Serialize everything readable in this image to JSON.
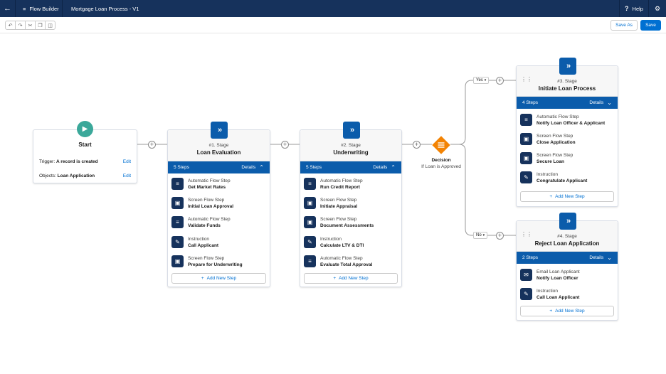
{
  "topbar": {
    "back_icon": "arrow-left-icon",
    "app_name": "Flow Builder",
    "flow_title": "Mortgage Loan Process - V1",
    "help_label": "Help"
  },
  "toolbar": {
    "tools": [
      "undo-icon",
      "redo-icon",
      "cut-icon",
      "copy-icon",
      "paste-icon"
    ],
    "save_as_label": "Save As",
    "save_label": "Save"
  },
  "colors": {
    "header": "#16325c",
    "stage_bar": "#0b5cab",
    "start": "#3ba89a",
    "decision": "#f38303",
    "link": "#0070d2"
  },
  "start": {
    "title": "Start",
    "trigger_label": "Trigger:",
    "trigger_value": "A record is created",
    "objects_label": "Objects:",
    "objects_value": "Loan Application",
    "edit_label": "Edit"
  },
  "decision": {
    "label": "Decision",
    "subtitle": "If Loan is Approved",
    "yes_label": "Yes",
    "no_label": "No"
  },
  "add_step_label": "Add New Step",
  "details_label": "Details",
  "stages": [
    {
      "number": "#1. Stage",
      "name": "Loan Evaluation",
      "steps_count": "5 Steps",
      "steps": [
        {
          "icon": "automatic-flow-icon",
          "type": "Automatic Flow Step",
          "name": "Get Market Rates"
        },
        {
          "icon": "screen-flow-icon",
          "type": "Screen Flow Step",
          "name": "Initial Loan Approval"
        },
        {
          "icon": "automatic-flow-icon",
          "type": "Automatic Flow Step",
          "name": "Validate Funds"
        },
        {
          "icon": "instruction-icon",
          "type": "Instruction",
          "name": "Call Applicant"
        },
        {
          "icon": "screen-flow-icon",
          "type": "Screen Flow Step",
          "name": "Prepare for Underwriting"
        }
      ]
    },
    {
      "number": "#2. Stage",
      "name": "Underwriting",
      "steps_count": "5 Steps",
      "steps": [
        {
          "icon": "automatic-flow-icon",
          "type": "Automatic Flow Step",
          "name": "Run Credit Report"
        },
        {
          "icon": "screen-flow-icon",
          "type": "Screen Flow Step",
          "name": "Initiate Appraisal"
        },
        {
          "icon": "screen-flow-icon",
          "type": "Screen Flow Step",
          "name": "Document Assessments"
        },
        {
          "icon": "instruction-icon",
          "type": "Instruction",
          "name": "Calculate LTV & DTI"
        },
        {
          "icon": "automatic-flow-icon",
          "type": "Automatic Flow Step",
          "name": "Evaluate Total Approval"
        }
      ]
    },
    {
      "number": "#3. Stage",
      "name": "Initiate Loan Process",
      "steps_count": "4 Steps",
      "steps": [
        {
          "icon": "automatic-flow-icon",
          "type": "Automatic Flow Step",
          "name": "Notify Loan Officer & Applicant"
        },
        {
          "icon": "screen-flow-icon",
          "type": "Screen Flow Step",
          "name": "Close Application"
        },
        {
          "icon": "screen-flow-icon",
          "type": "Screen Flow Step",
          "name": "Secure Loan"
        },
        {
          "icon": "instruction-icon",
          "type": "Instruction",
          "name": "Congratulate Applicant"
        }
      ]
    },
    {
      "number": "#4. Stage",
      "name": "Reject Loan Application",
      "steps_count": "2 Steps",
      "steps": [
        {
          "icon": "email-icon",
          "type": "Email Loan Applicant",
          "name": "Notify Loan Officer"
        },
        {
          "icon": "instruction-icon",
          "type": "Instruction",
          "name": "Call Loan Applicant"
        }
      ]
    }
  ]
}
